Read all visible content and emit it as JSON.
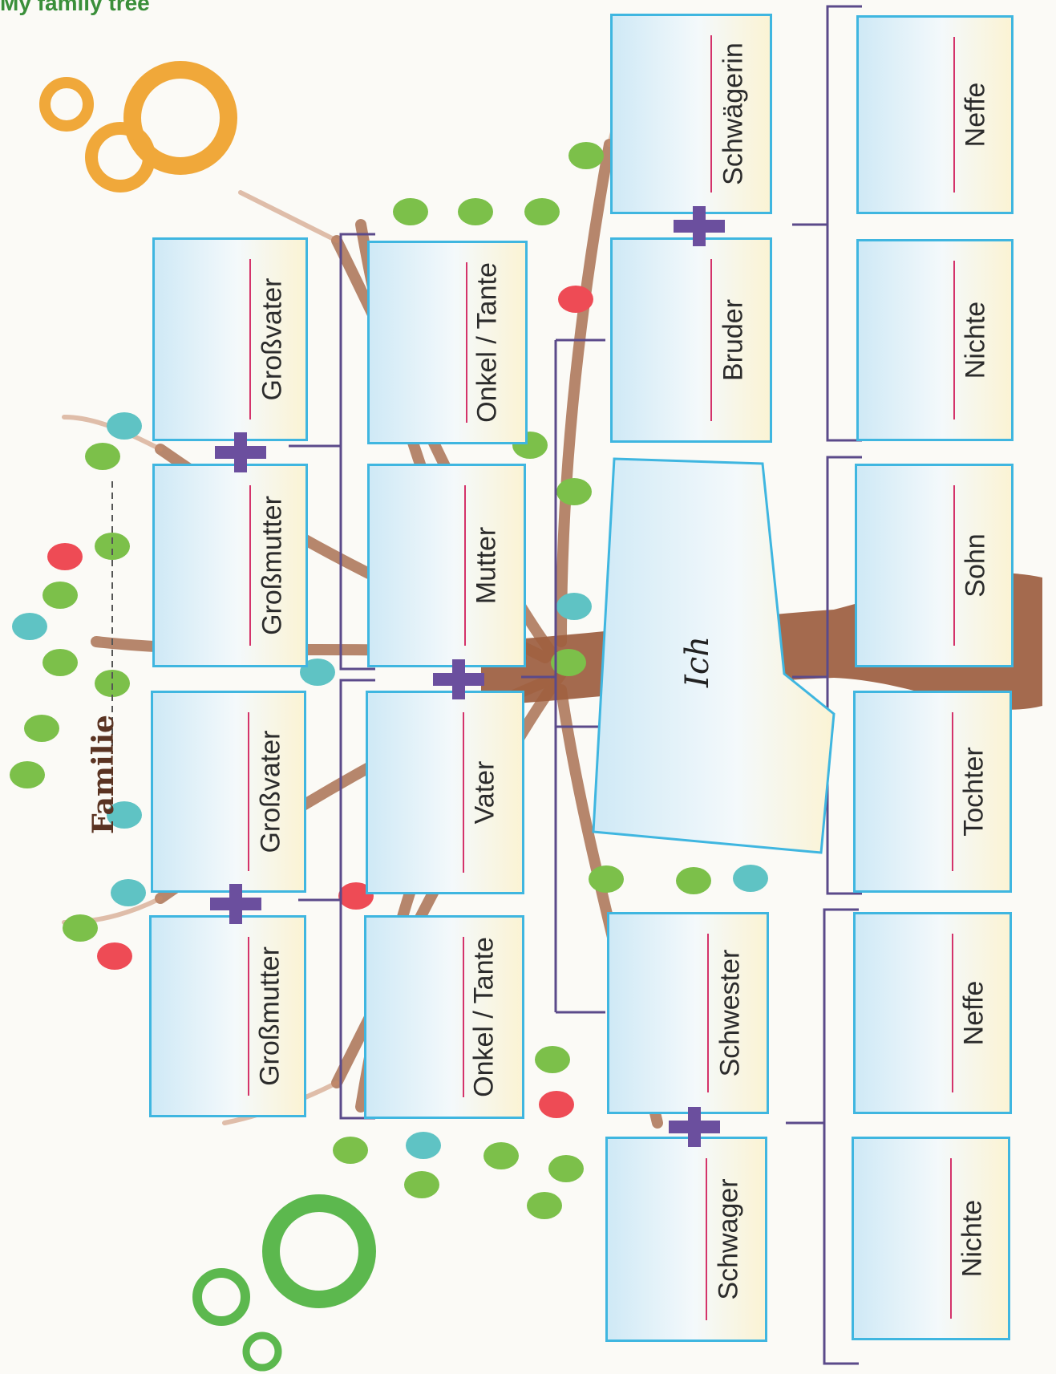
{
  "header": {
    "title": "My family tree"
  },
  "familie_label": "Familie",
  "me_label": "Ich",
  "grandparents": [
    {
      "label": "Großvater"
    },
    {
      "label": "Großmutter"
    },
    {
      "label": "Großvater"
    },
    {
      "label": "Großmutter"
    }
  ],
  "parents_gen": [
    {
      "label": "Onkel / Tante"
    },
    {
      "label": "Mutter"
    },
    {
      "label": "Vater"
    },
    {
      "label": "Onkel / Tante"
    }
  ],
  "siblings": [
    {
      "label": "Schwägerin"
    },
    {
      "label": "Bruder"
    },
    {
      "label": "Schwester"
    },
    {
      "label": "Schwager"
    }
  ],
  "children_gen": [
    {
      "label": "Neffe"
    },
    {
      "label": "Nichte"
    },
    {
      "label": "Sohn"
    },
    {
      "label": "Tochter"
    },
    {
      "label": "Neffe"
    },
    {
      "label": "Nichte"
    }
  ],
  "colors": {
    "card_border": "#3fb6e0",
    "name_line": "#d4336a",
    "plus": "#6b4f9e",
    "connector": "#5b4a8a",
    "tree": "#9a5a3c",
    "leaf_green": "#7cc04a",
    "leaf_teal": "#5fc3c4",
    "leaf_red": "#ee4b55",
    "ring_orange": "#f0a83a",
    "ring_green": "#5cb84e"
  }
}
